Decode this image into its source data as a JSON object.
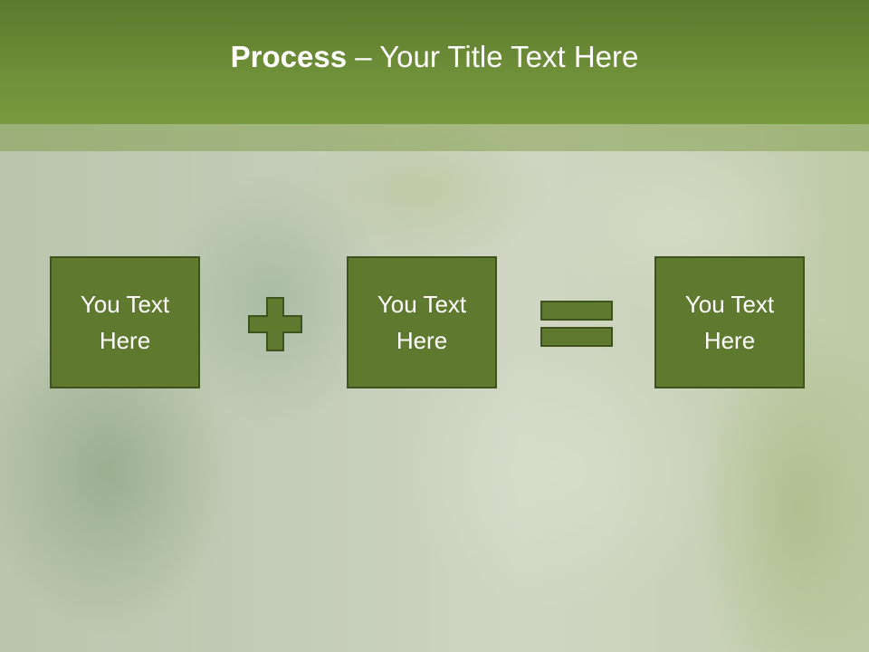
{
  "title": {
    "bold": "Process",
    "rest": " – Your Title Text Here"
  },
  "steps": [
    {
      "text": "You Text Here"
    },
    {
      "text": "You Text Here"
    },
    {
      "text": "You Text Here"
    }
  ],
  "operators": [
    "plus-icon",
    "equals-icon"
  ],
  "colors": {
    "title_bar": "#6f8f39",
    "box_fill": "#5f7a2e",
    "box_border": "#3e521b",
    "operator_fill": "#5f7a2e"
  }
}
